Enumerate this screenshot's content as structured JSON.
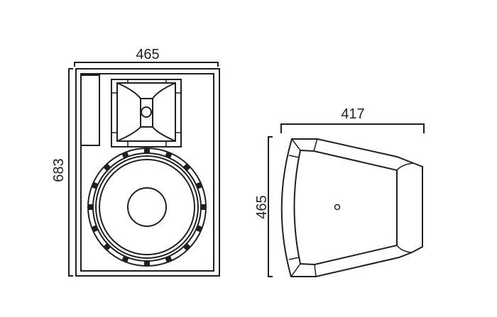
{
  "front_view": {
    "width_label": "465",
    "height_label": "683"
  },
  "side_view": {
    "depth_label": "417",
    "height_label": "465"
  },
  "colors": {
    "line": "#231f20",
    "background": "#ffffff"
  }
}
